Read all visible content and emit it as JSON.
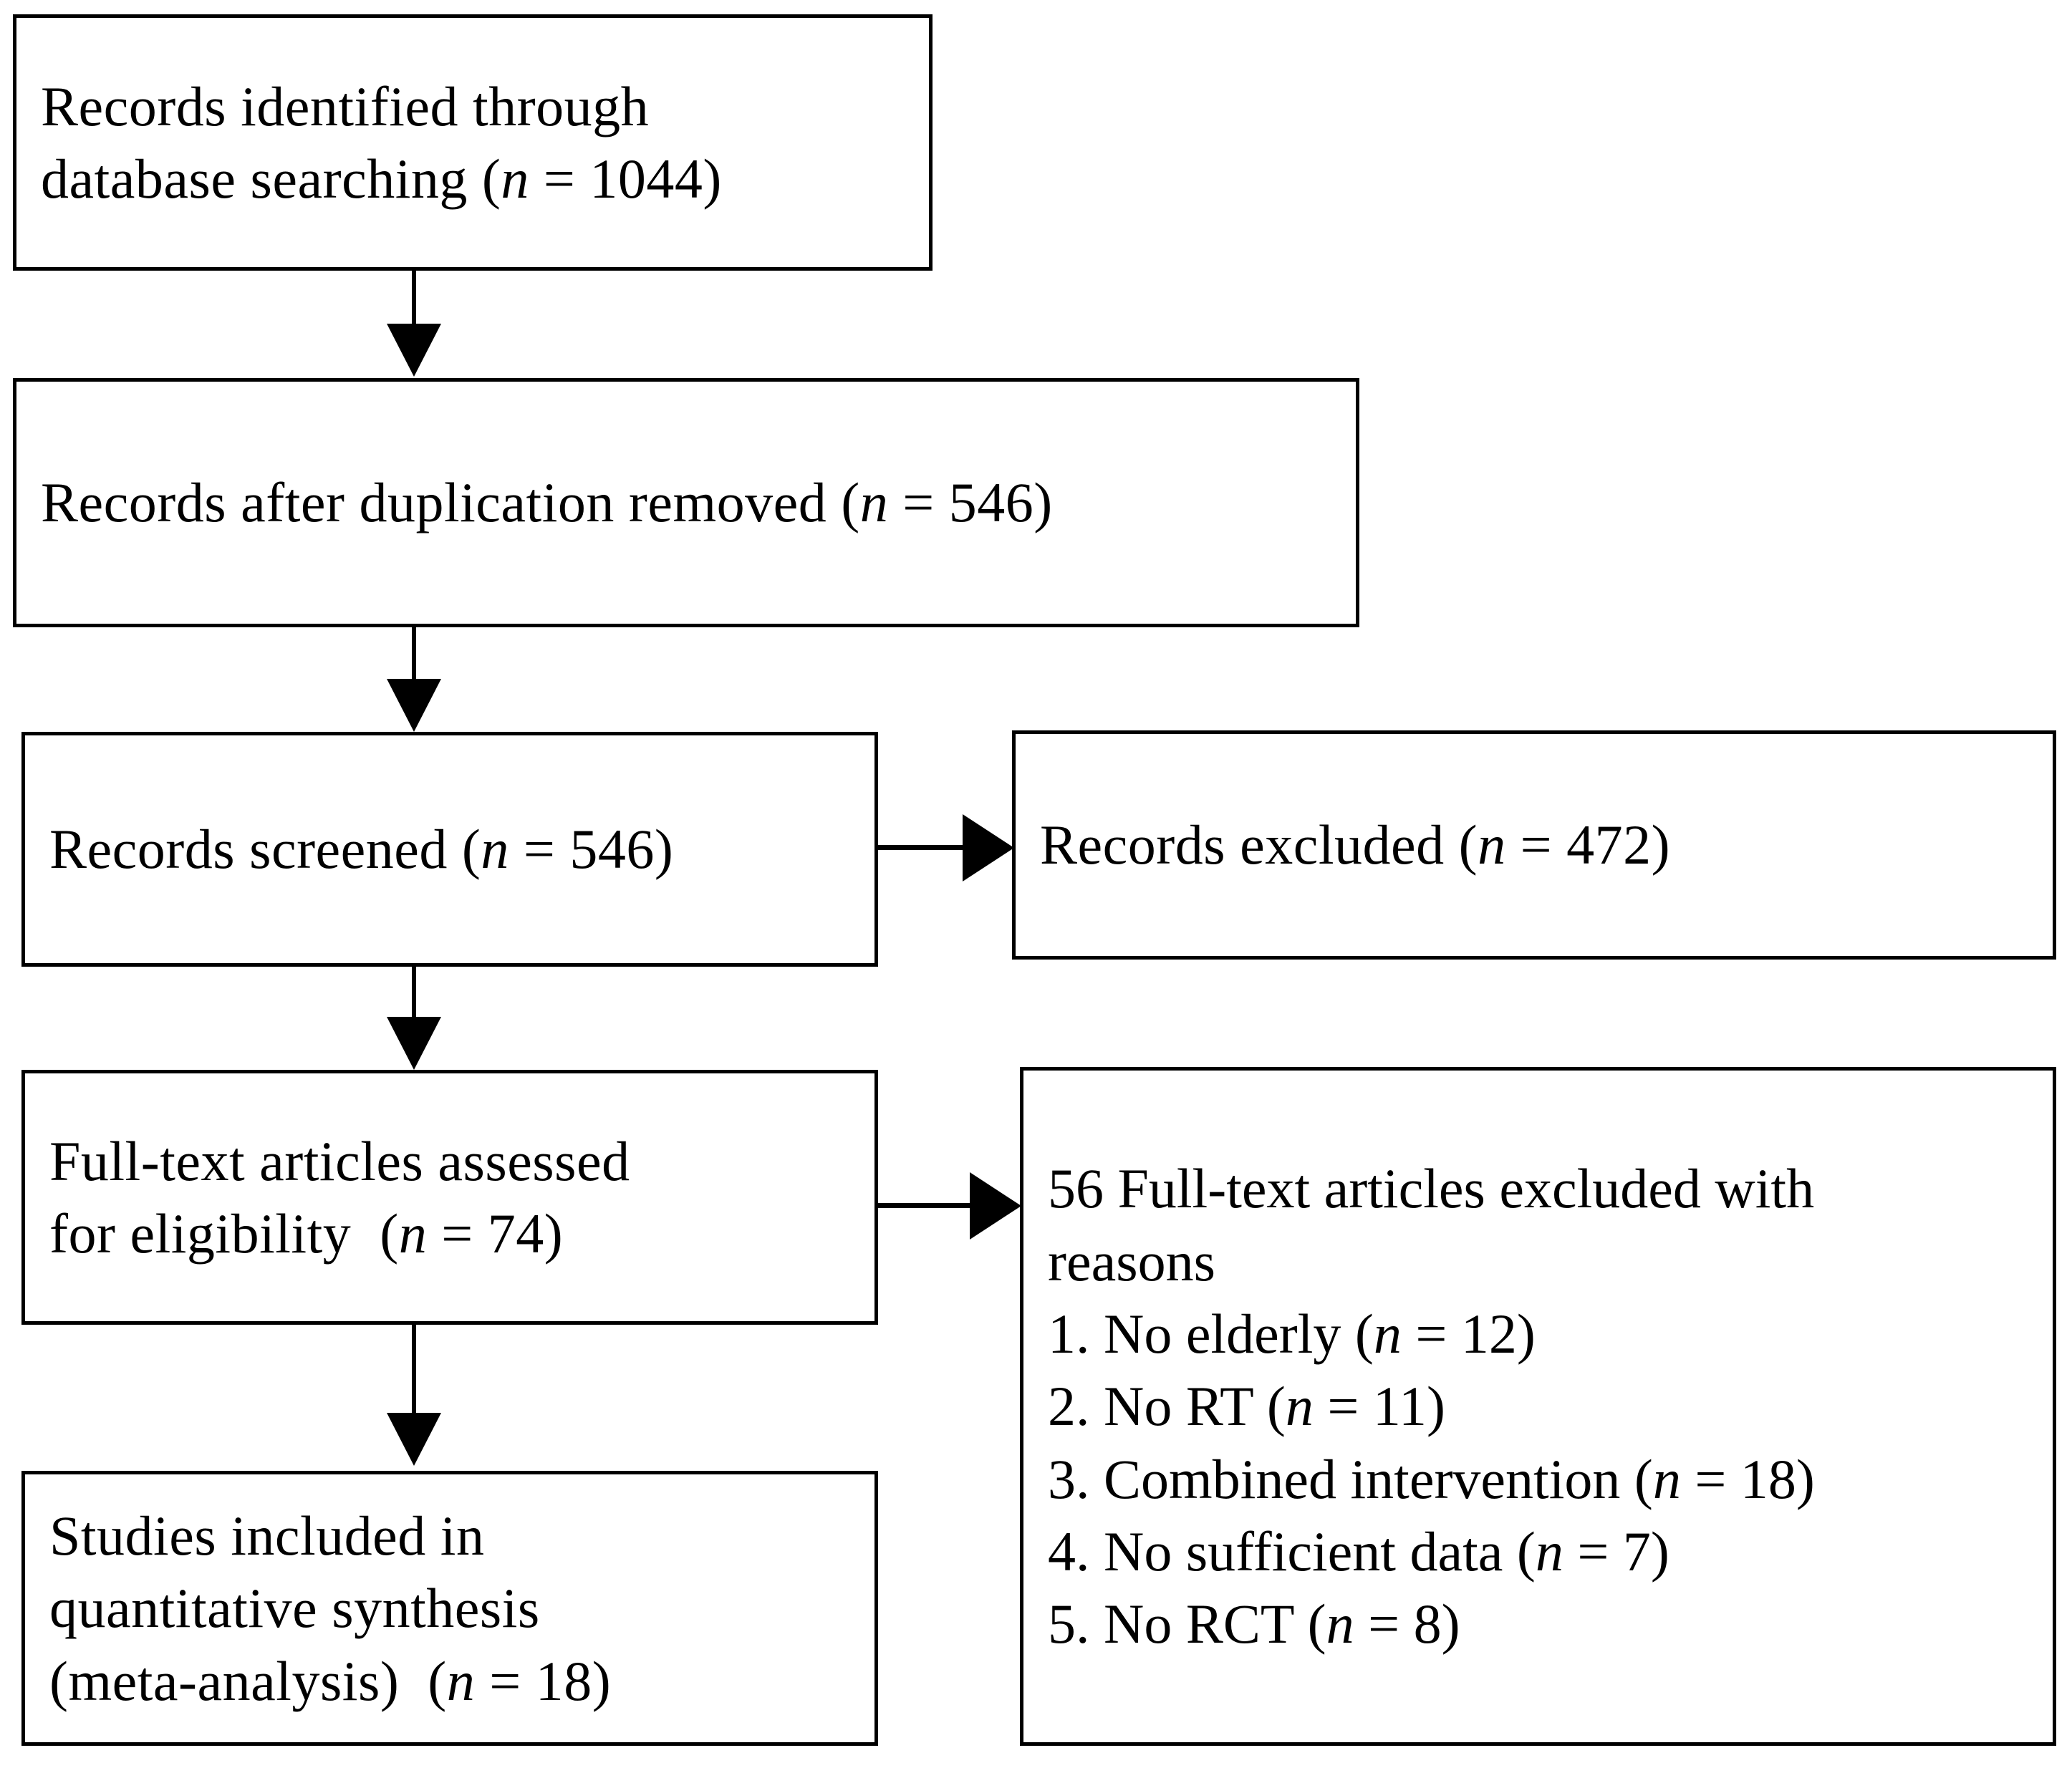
{
  "diagram": {
    "type": "prisma-flow-diagram",
    "boxes": {
      "identified": {
        "text": "Records identified through\ndatabase searching (n = 1044)",
        "n": 1044
      },
      "duplicates_removed": {
        "text": "Records after duplication removed (n = 546)",
        "n": 546
      },
      "screened": {
        "text": "Records screened (n = 546)",
        "n": 546
      },
      "records_excluded": {
        "text": "Records excluded (n = 472)",
        "n": 472
      },
      "fulltext_assessed": {
        "text": "Full-text articles assessed\nfor eligibility  (n = 74)",
        "n": 74
      },
      "fulltext_excluded": {
        "heading": "56 Full-text articles excluded with\nreasons",
        "count": 56,
        "reasons": [
          "1. No elderly (n = 12)",
          "2. No RT (n = 11)",
          "3. Combined intervention (n = 18)",
          "4. No sufficient data (n = 7)",
          "5. No RCT (n = 8)"
        ]
      },
      "included": {
        "text": "Studies included in\nquantitative synthesis\n(meta-analysis)  (n = 18)",
        "n": 18
      }
    },
    "colors": {
      "stroke": "#000000",
      "fill": "#ffffff",
      "text": "#000000"
    }
  }
}
